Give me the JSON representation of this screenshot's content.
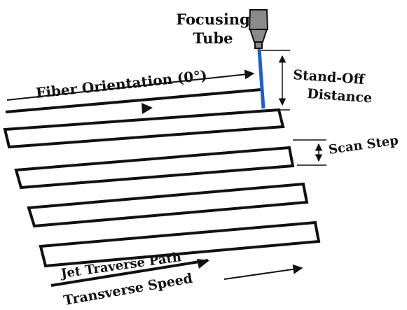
{
  "labels": {
    "focusing_tube_line1": "Focusing",
    "focusing_tube_line2": "Tube",
    "fiber_orientation": "Fiber Orientation (0°)",
    "stand_off_line1": "Stand-Off",
    "stand_off_line2": "Distance",
    "scan_step": "Scan Step",
    "jet_traverse_path": "Jet Traverse Path",
    "transverse_speed": "Transverse Speed"
  },
  "colors": {
    "jet": "#1a5fd6",
    "nozzle_fill": "#8a8a8a",
    "nozzle_stroke": "#111111",
    "stroke": "#111111",
    "background": "#ffffff"
  }
}
